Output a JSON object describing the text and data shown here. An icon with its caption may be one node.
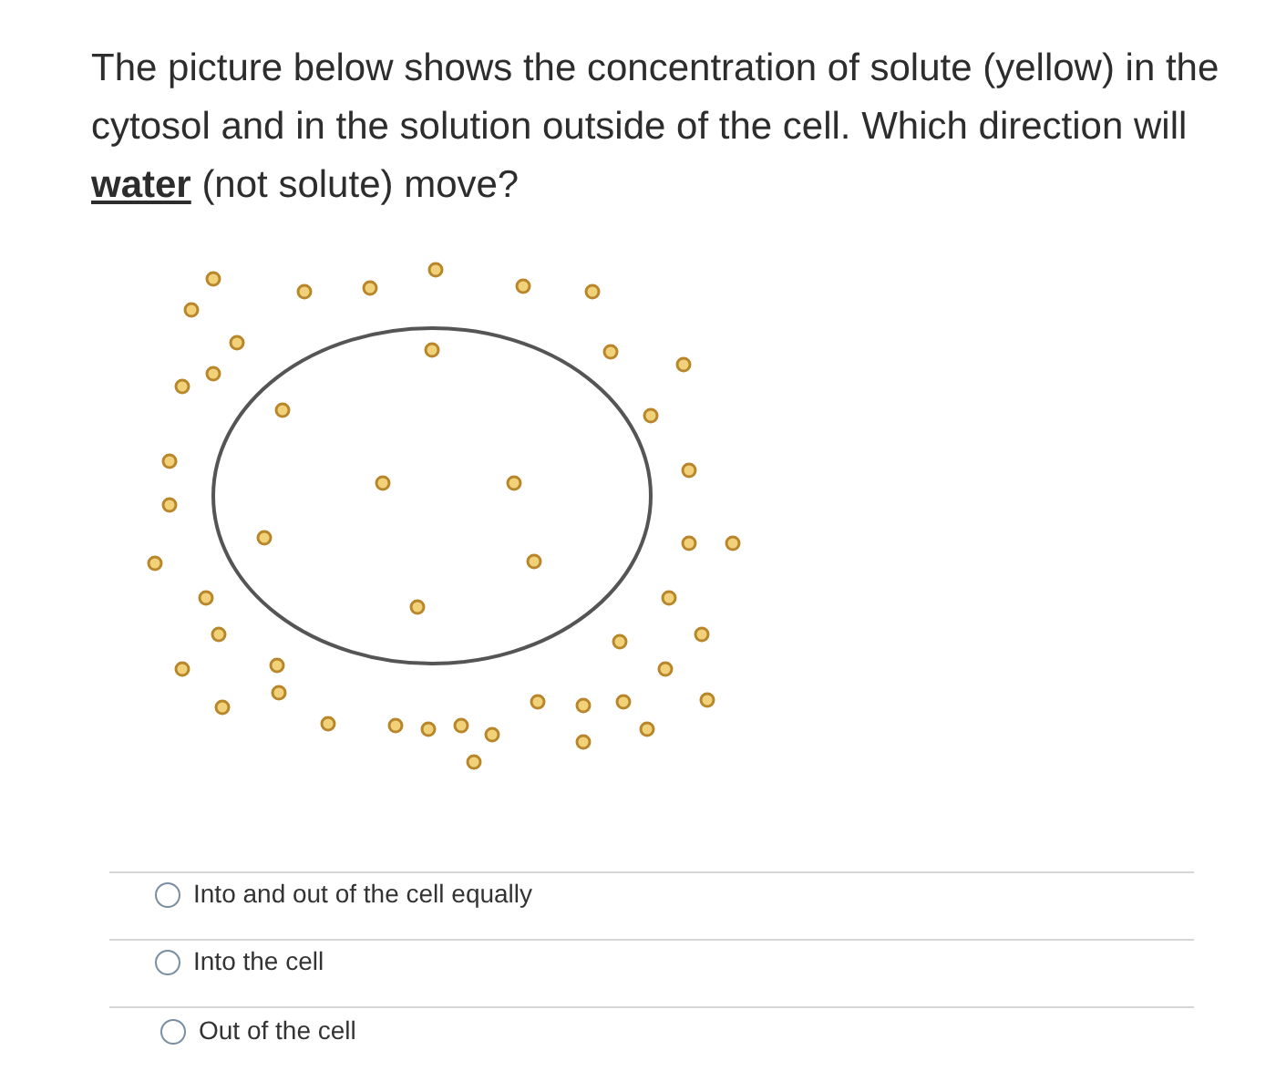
{
  "diagram": {
    "title": "The picture below shows the concentration of solute (yellow) in the cytosol and in the solution outside of the cell. Which direction will **water** (not solute) move?",
    "labels": [
      "Into and out of the cell equally",
      "Into the cell",
      "Out of the cell"
    ]
  }
}
